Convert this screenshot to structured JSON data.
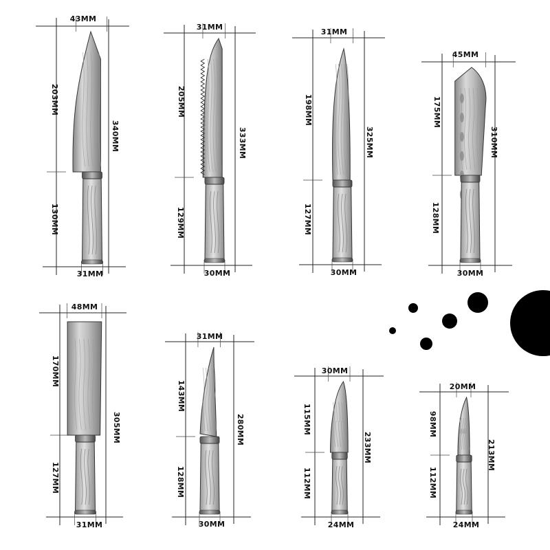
{
  "knives": [
    {
      "blade_width": "43MM",
      "blade_length": "203MM",
      "total_length": "340MM",
      "handle_length": "130MM",
      "handle_width": "31MM",
      "type": "chef"
    },
    {
      "blade_width": "31MM",
      "blade_length": "205MM",
      "total_length": "333MM",
      "handle_length": "129MM",
      "handle_width": "30MM",
      "type": "bread"
    },
    {
      "blade_width": "31MM",
      "blade_length": "198MM",
      "total_length": "325MM",
      "handle_length": "127MM",
      "handle_width": "30MM",
      "type": "slicer"
    },
    {
      "blade_width": "45MM",
      "blade_length": "175MM",
      "total_length": "310MM",
      "handle_length": "128MM",
      "handle_width": "30MM",
      "type": "santoku"
    },
    {
      "blade_width": "48MM",
      "blade_length": "170MM",
      "total_length": "305MM",
      "handle_length": "127MM",
      "handle_width": "31MM",
      "type": "cleaver"
    },
    {
      "blade_width": "31MM",
      "blade_length": "143MM",
      "total_length": "280MM",
      "handle_length": "128MM",
      "handle_width": "30MM",
      "type": "boning"
    },
    {
      "blade_width": "30MM",
      "blade_length": "115MM",
      "total_length": "233MM",
      "handle_length": "112MM",
      "handle_width": "24MM",
      "type": "utility"
    },
    {
      "blade_width": "20MM",
      "blade_length": "98MM",
      "total_length": "213MM",
      "handle_length": "112MM",
      "handle_width": "24MM",
      "type": "paring"
    }
  ],
  "colors": {
    "background": "#ffffff",
    "lines": "#222222",
    "blade": "#c9c9c9",
    "handle": "#bdbdbd",
    "dots": "#000000"
  }
}
